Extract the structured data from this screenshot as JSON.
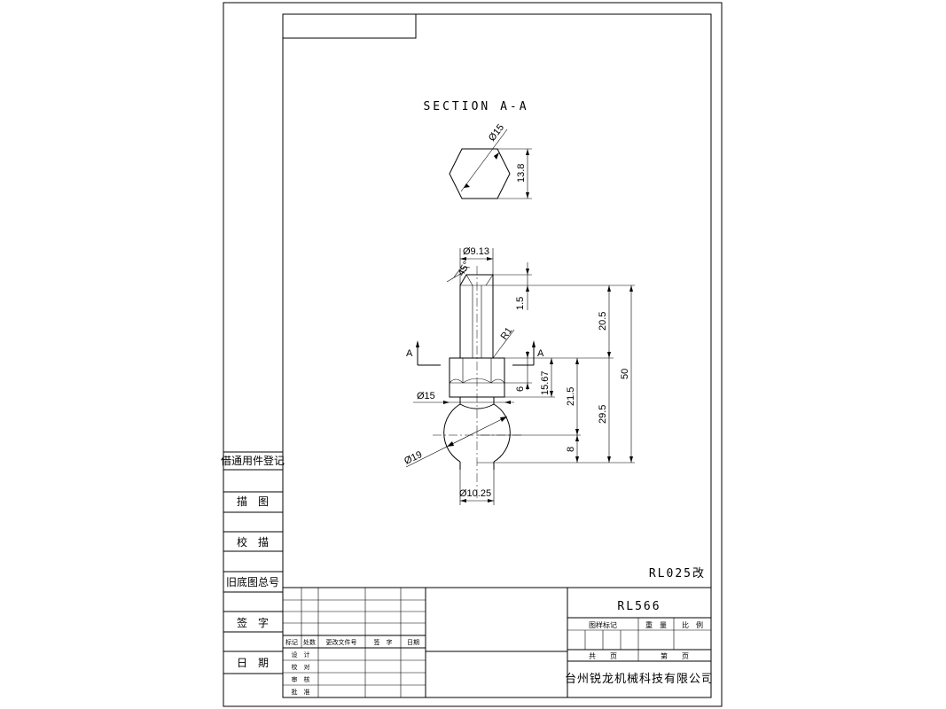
{
  "section_title": "SECTION A-A",
  "section_view": {
    "diameter_label": "Ø15",
    "height_label": "13.8"
  },
  "main_view": {
    "top_diameter_label": "Ø9.13",
    "chamfer_label": "45°",
    "radius_label": "R1",
    "section_marker_left": "A",
    "section_marker_right": "A",
    "hex_diameter_label": "Ø15",
    "ball_diameter_label": "Ø19",
    "neck_diameter_label": "Ø10.25",
    "dims_vertical": [
      "1.5",
      "20.5",
      "50",
      "6",
      "15.67",
      "21.5",
      "29.5",
      "8"
    ]
  },
  "revision_note": "RL025改",
  "side_block": [
    "借通用件登记",
    "描　图",
    "校　描",
    "旧底图总号",
    "签　字",
    "日　期"
  ],
  "title_block": {
    "header_cells": [
      "标记",
      "处数",
      "更改文件号",
      "签　字",
      "日期"
    ],
    "row_labels": [
      "设　计",
      "校　对",
      "审　核",
      "批　准"
    ],
    "drawing_number": "RL566",
    "stage_mark_label": "图样标记",
    "weight_label": "重　量",
    "scale_label": "比　例",
    "total_sheets_label": "共　　页",
    "sheet_label": "第　　页",
    "company": "台州锐龙机械科技有限公司"
  }
}
